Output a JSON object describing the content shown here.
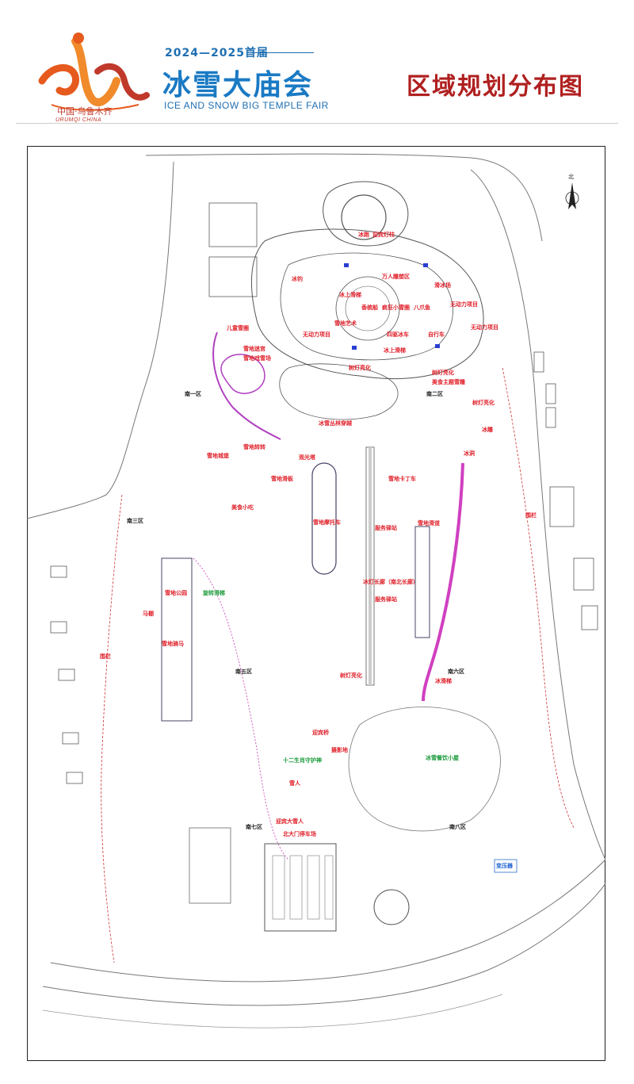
{
  "header": {
    "event_year": "2024—2025首届",
    "event_title": "冰雪大庙会",
    "event_subtitle": "ICE AND SNOW BIG TEMPLE FAIR",
    "logo_caption": "中国·乌鲁木齐",
    "logo_caption_en": "URUMQI CHINA",
    "page_title": "区域规划分布图"
  },
  "map": {
    "north_label": "北",
    "zones": [
      "南一区",
      "南二区",
      "南三区",
      "南五区",
      "南六区",
      "南七区",
      "南八区"
    ],
    "labels": {
      "entrance_top": "迎宾灯柱",
      "ice_lane": "冰跑",
      "wanren": "万人雕塑区",
      "ice_slide_1": "冰上滑梯",
      "ice_slide_2": "冰上滑梯",
      "ice_rink": "滑冰场",
      "snow_art": "雪地艺术",
      "fengkuang": "疯狂小雪圈",
      "bazhua": "八爪鱼",
      "xiangbinjiu": "香槟船",
      "siren": "四驱冰车",
      "zixing": "自行车",
      "unpowered_1": "无动力项目",
      "unpowered_2": "无动力项目",
      "unpowered_3": "无动力项目",
      "kids_snow": "儿童雪圈",
      "snow_maze": "雪地迷宫",
      "snow_play": "雪地戏雪场",
      "light_show_1": "树灯亮化",
      "light_show_2": "树灯亮化",
      "light_show_3": "树灯亮化",
      "light_show_4": "树灯亮化",
      "ice_forest": "冰雪丛林穿越",
      "south_ice": "冰雕",
      "snow_car": "雪地转转",
      "snow_sled": "雪地卡丁车",
      "snow_bike": "雪地摩托车",
      "snow_horse": "雪地骑马",
      "snow_tube": "雪地滑板",
      "tower": "观光塔",
      "bamboo": "冰灯长廊（南北长廊）",
      "food_1": "美食小吃",
      "food_2": "美食主题雪雕",
      "service_1": "服务驿站",
      "service_2": "服务驿站",
      "ice_slide_long": "冰滑梯",
      "ski_lane": "雪地滑道",
      "hotpot": "冰雪餐饮小屋",
      "twelve": "十二生肖守护神",
      "snowman": "雪人",
      "photo": "摄影地",
      "gate_main": "迎宾大雪人",
      "parking": "北大门停车场",
      "transformer": "变压器",
      "fence_1": "围栏",
      "fence_2": "围栏",
      "bridge": "迎宾桥",
      "fishing": "冰钓",
      "horse_ride": "马棚",
      "snow_castle": "雪地城堡",
      "round_slide": "旋转滑梯",
      "snow_park": "雪地公园",
      "ice_cave": "冰洞"
    }
  }
}
